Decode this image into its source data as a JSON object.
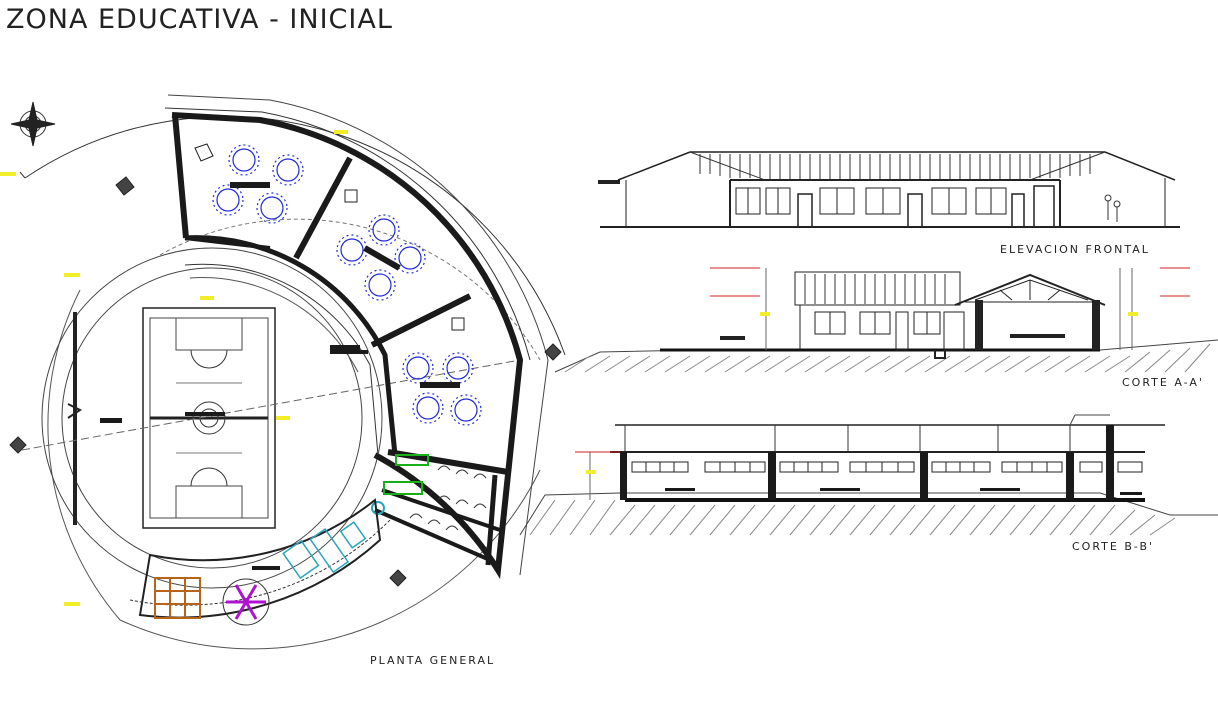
{
  "title": "ZONA EDUCATIVA - INICIAL",
  "views": {
    "planta": "PLANTA GENERAL",
    "elevacion": "ELEVACION FRONTAL",
    "corte_a": "CORTE A-A'",
    "corte_b": "CORTE B-B'"
  },
  "colors": {
    "line": "#222222",
    "wall": "#1a1a1a",
    "furniture": "#1f2bd6",
    "toilet": "#18b018",
    "marker": "#f2ef2a",
    "dim": "#d42020",
    "accent": "#c020c0",
    "play": "#b8621a",
    "star": "#b010d0",
    "light": "#2aa5c0"
  }
}
